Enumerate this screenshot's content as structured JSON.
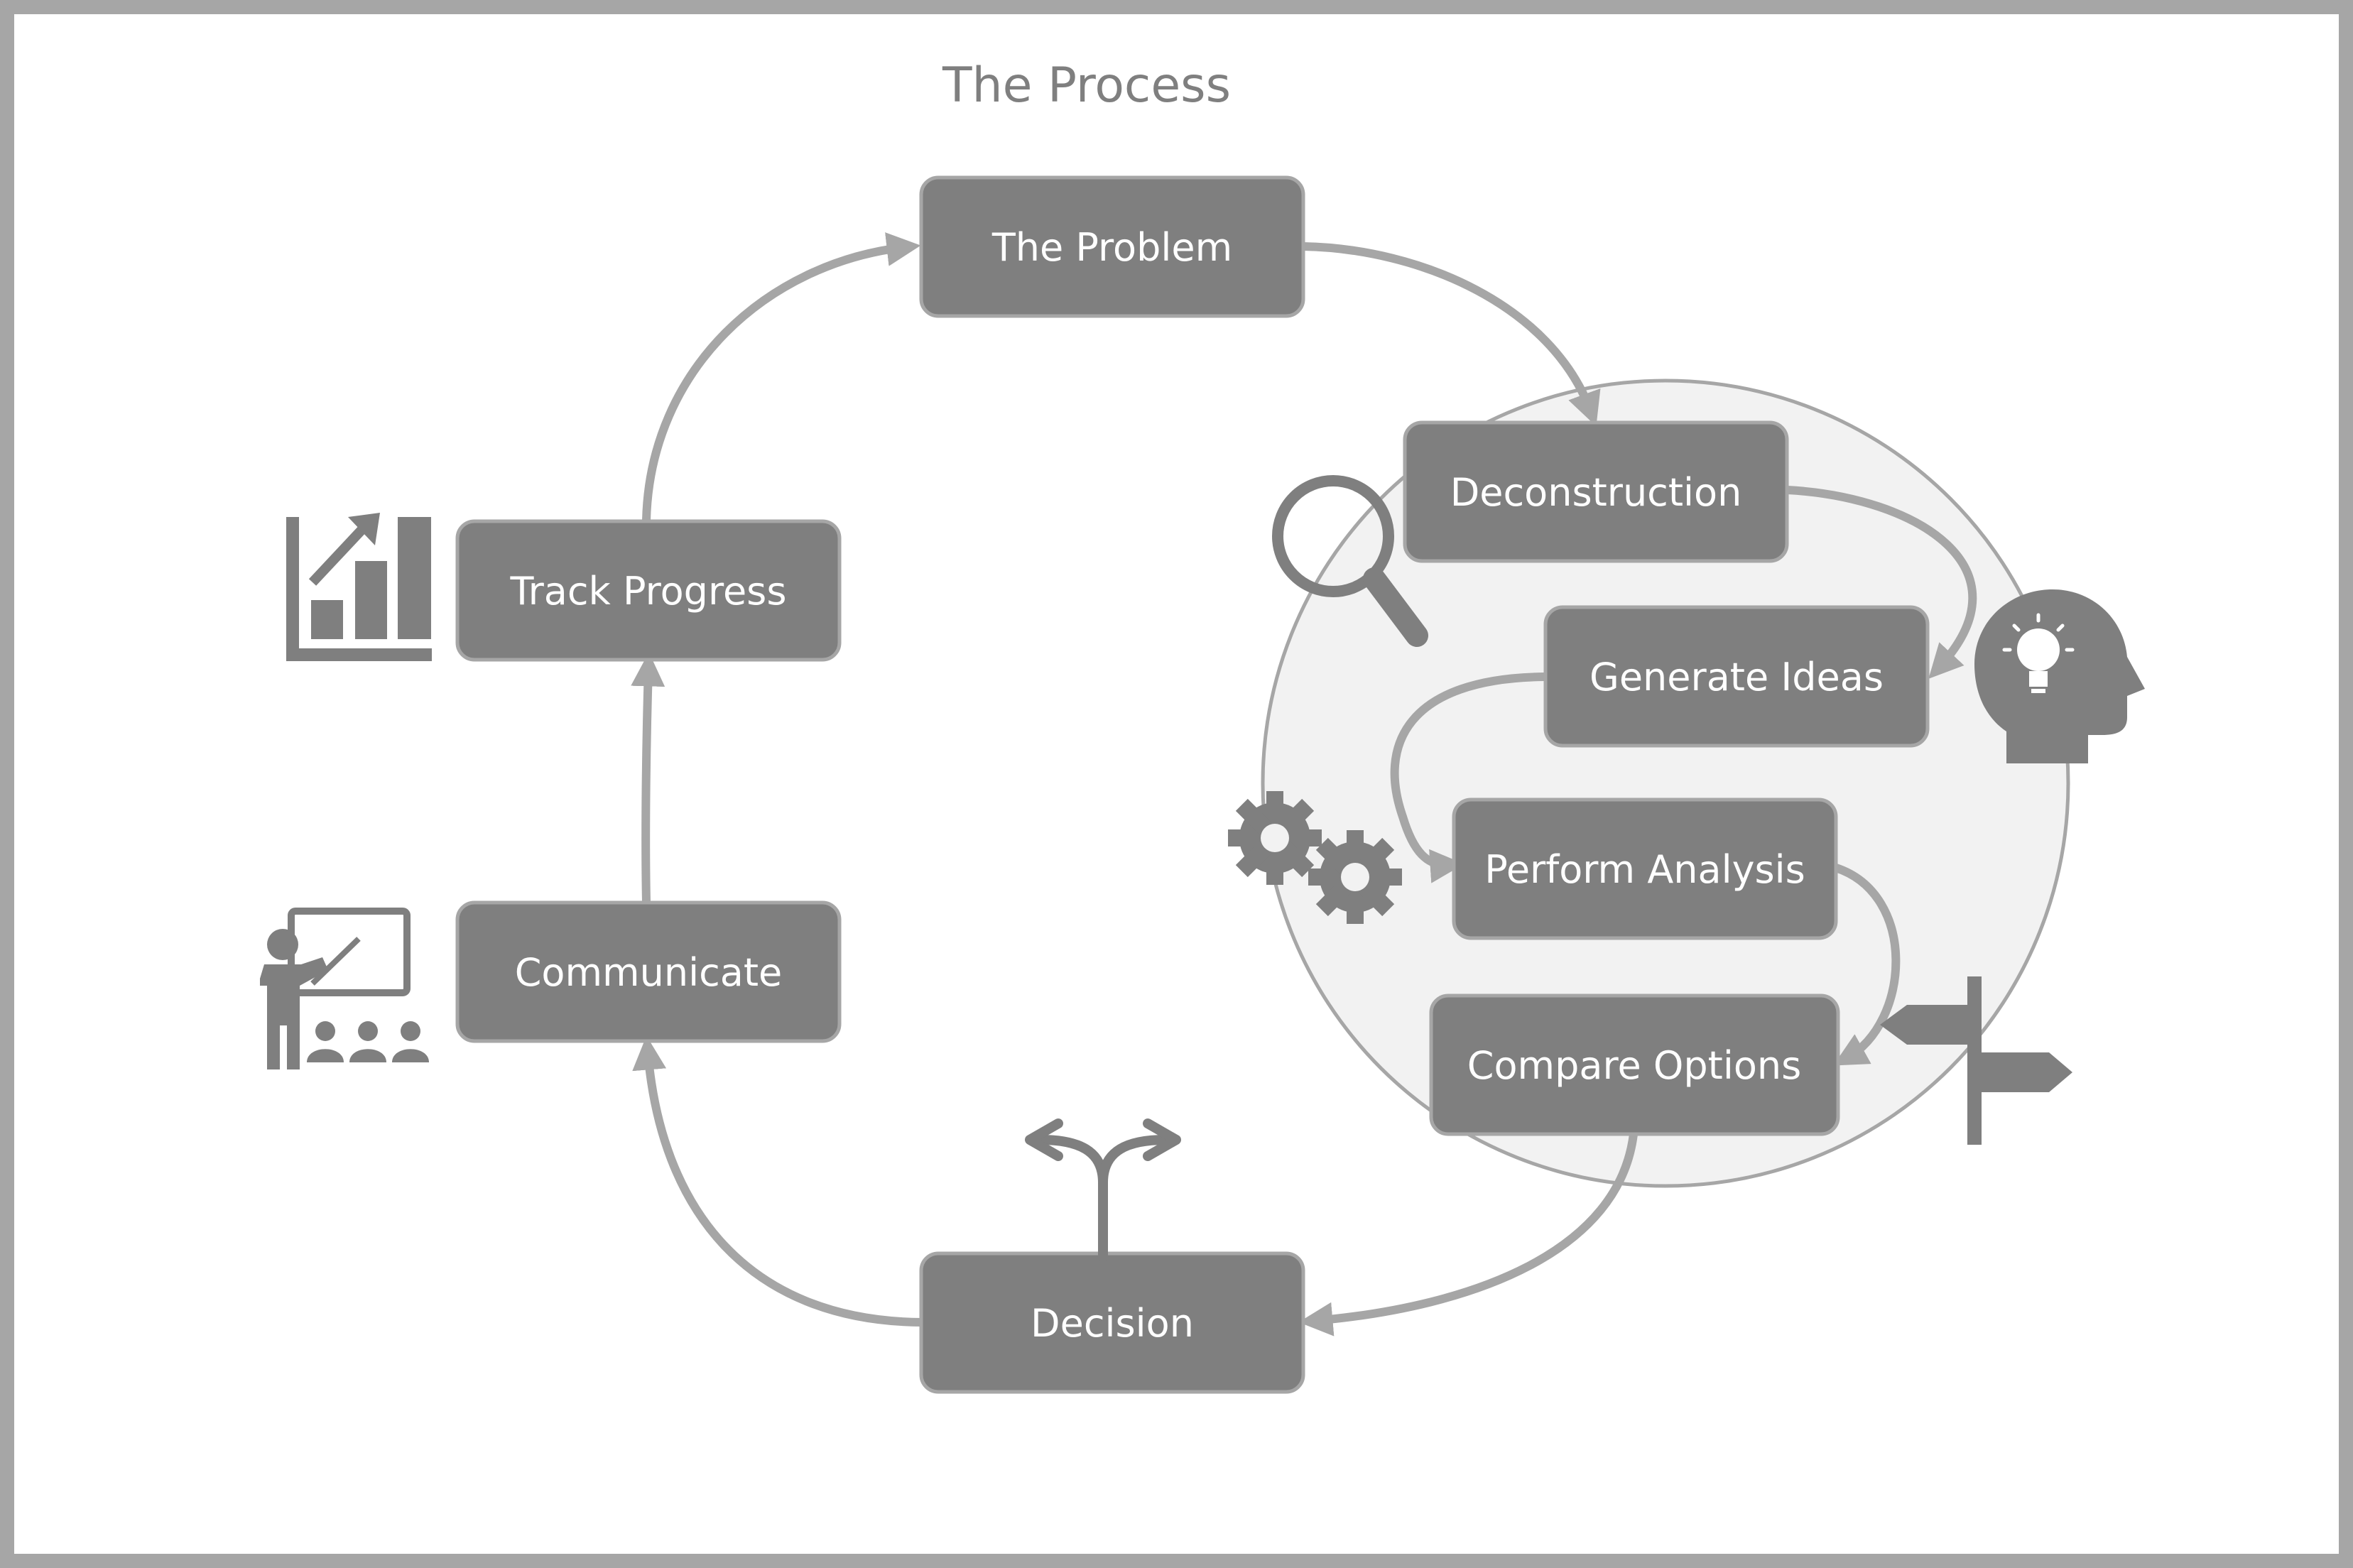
{
  "title": "The Process",
  "nodes": {
    "problem": "The Problem",
    "deconstruction": "Deconstruction",
    "generate_ideas": "Generate Ideas",
    "perform_analysis": "Perform Analysis",
    "compare_options": "Compare Options",
    "decision": "Decision",
    "communicate": "Communicate",
    "track_progress": "Track Progress"
  },
  "icons": {
    "track_progress": "bar-chart-growth-icon",
    "communicate": "presenter-audience-icon",
    "deconstruction": "magnifying-glass-icon",
    "generate_ideas": "head-lightbulb-icon",
    "perform_analysis": "gears-icon",
    "compare_options": "signpost-icon",
    "decision": "split-arrow-icon"
  },
  "colors": {
    "node_fill": "#7f7f7f",
    "connector": "#a6a6a6",
    "circle_fill": "#f2f2f2",
    "border": "#a6a6a6",
    "title": "#7f7f7f"
  }
}
